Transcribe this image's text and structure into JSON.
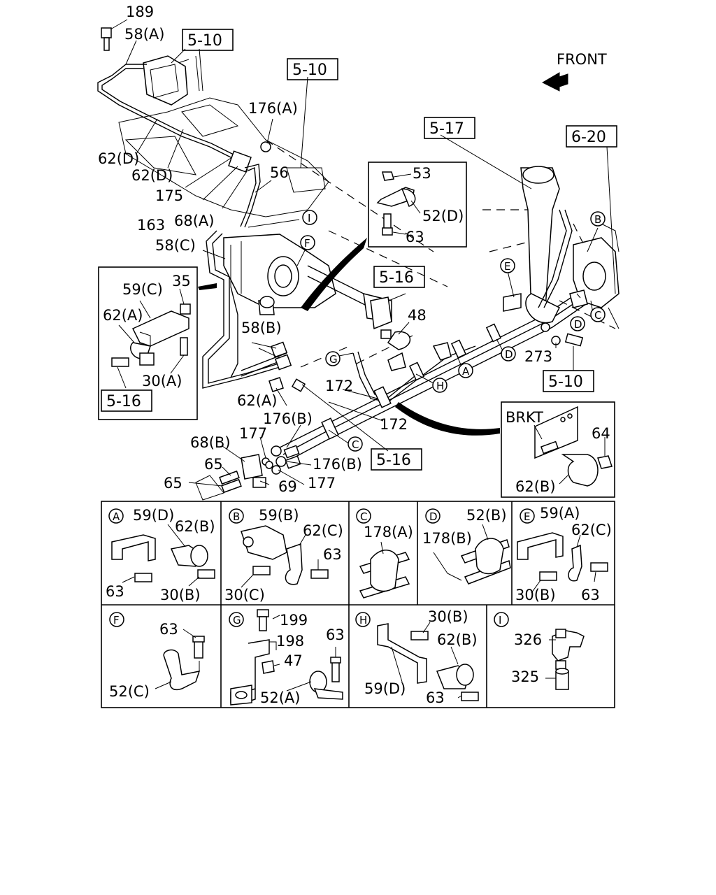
{
  "front_label": "FRONT",
  "refs": {
    "r1": "5-10",
    "r2": "5-10",
    "r3": "5-17",
    "r4": "6-20",
    "r5": "5-16",
    "r6": "5-16",
    "r7": "5-10",
    "r8": "5-16"
  },
  "labels": {
    "l189": "189",
    "l58a": "58(A)",
    "l176a": "176(A)",
    "l56": "56",
    "l62d1": "62(D)",
    "l62d2": "62(D)",
    "l175": "175",
    "l163": "163",
    "l68a": "68(A)",
    "l58c": "58(C)",
    "l59c": "59(C)",
    "l35": "35",
    "l62a1": "62(A)",
    "l30a": "30(A)",
    "l58b": "58(B)",
    "l62a2": "62(A)",
    "l53": "53",
    "l52d": "52(D)",
    "l63top": "63",
    "l48": "48",
    "l172a": "172",
    "l172b": "172",
    "l273": "273",
    "l176b1": "176(B)",
    "l177a": "177",
    "l68b": "68(B)",
    "l65a": "65",
    "l65b": "65",
    "l176b2": "176(B)",
    "l177b": "177",
    "l69": "69",
    "brkt": "BRKT",
    "l64": "64",
    "l62bbrkt": "62(B)"
  },
  "callouts": {
    "I": "I",
    "F": "F",
    "B": "B",
    "E": "E",
    "C1": "C",
    "D1": "D",
    "G": "G",
    "A": "A",
    "D2": "D",
    "H": "H",
    "C2": "C"
  },
  "details": {
    "A": {
      "letter": "A",
      "labels": [
        "59(D)",
        "62(B)",
        "63",
        "30(B)"
      ]
    },
    "B": {
      "letter": "B",
      "labels": [
        "59(B)",
        "62(C)",
        "63",
        "30(C)"
      ]
    },
    "C": {
      "letter": "C",
      "labels": [
        "178(A)"
      ]
    },
    "D": {
      "letter": "D",
      "labels": [
        "52(B)",
        "178(B)"
      ]
    },
    "E": {
      "letter": "E",
      "labels": [
        "59(A)",
        "62(C)",
        "30(B)",
        "63"
      ]
    },
    "F": {
      "letter": "F",
      "labels": [
        "63",
        "52(C)"
      ]
    },
    "G": {
      "letter": "G",
      "labels": [
        "199",
        "198",
        "63",
        "47",
        "52(A)"
      ]
    },
    "H": {
      "letter": "H",
      "labels": [
        "30(B)",
        "62(B)",
        "59(D)",
        "63"
      ]
    },
    "I": {
      "letter": "I",
      "labels": [
        "326",
        "325"
      ]
    }
  }
}
